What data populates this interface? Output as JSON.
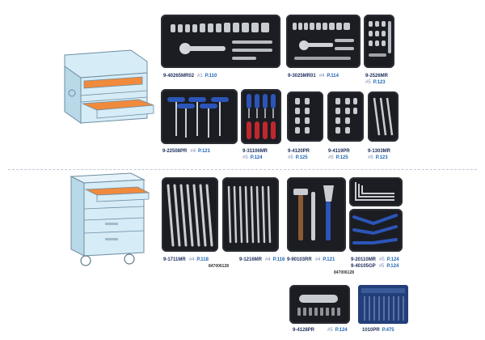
{
  "items": [
    {
      "code": "9-40265MR02",
      "num": "#1",
      "page": "P.110"
    },
    {
      "code": "9-3025MR01",
      "num": "#4",
      "page": "P.114"
    },
    {
      "code": "9-2526MR",
      "num": "#5",
      "page": "P.123"
    },
    {
      "code": "9-22508PR",
      "num": "#4",
      "page": "P.121"
    },
    {
      "code": "9-31106MR",
      "num": "#5",
      "page": "P.124"
    },
    {
      "code": "9-4120PR",
      "num": "#5",
      "page": "P.125"
    },
    {
      "code": "9-4119PR",
      "num": "#5",
      "page": "P.125"
    },
    {
      "code": "9-1303MR",
      "num": "#5",
      "page": "P.123"
    },
    {
      "code": "9-1711MR",
      "num": "#4",
      "page": "P.118"
    },
    {
      "code": "9-1216MR",
      "num": "#4",
      "page": "P.116"
    },
    {
      "code": "9-90103RR",
      "num": "#4",
      "page": "P.121"
    },
    {
      "code": "9-20110MR",
      "num": "#5",
      "page": "P.124"
    },
    {
      "code": "9-40105GP",
      "num": "#5",
      "page": "P.124"
    },
    {
      "code": "9-4128PR",
      "num": "#5",
      "page": "P.124"
    },
    {
      "code": "1010PR",
      "num": "",
      "page": "P.475"
    }
  ],
  "barcodes": [
    "847006128",
    "847006128"
  ],
  "colors": {
    "tray": "#1b1d22",
    "cabinet": "#d6ecf6",
    "accent": "#1e66b4",
    "code": "#1d2e5a",
    "orange": "#f08a3c",
    "blue_handle": "#2c55b8",
    "red_handle": "#c0282d"
  }
}
